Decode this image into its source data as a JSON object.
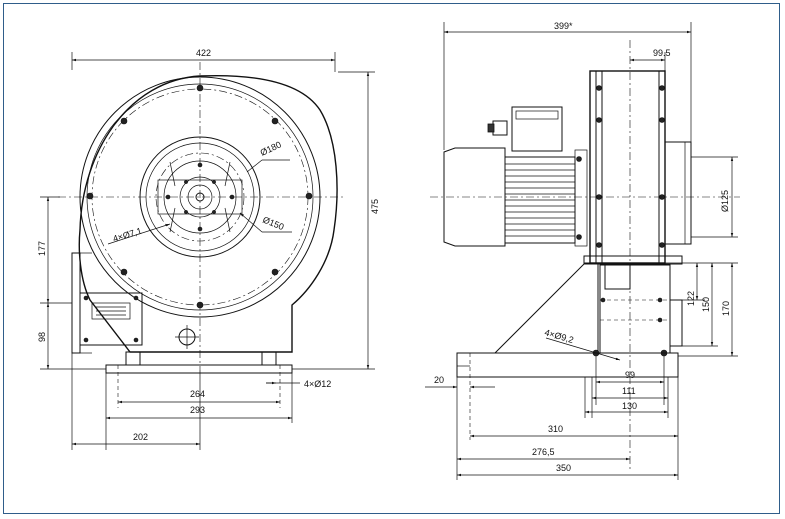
{
  "front_view": {
    "dim_width": "422",
    "dim_height": "475",
    "dim_d180": "Ø180",
    "dim_d150": "Ø150",
    "dim_holes": "4×Ø7,1",
    "dim_axis_height": "177",
    "dim_outlet": "98",
    "dim_264": "264",
    "dim_293": "293",
    "dim_202": "202",
    "dim_feet_holes": "4×Ø12"
  },
  "side_view": {
    "dim_overall": "399*",
    "dim_99_5": "99.5",
    "dim_d125": "Ø125",
    "dim_122": "122",
    "dim_150": "150",
    "dim_170": "170",
    "dim_holes": "4×Ø9,2",
    "dim_20": "20",
    "dim_99": "99",
    "dim_111": "111",
    "dim_130": "130",
    "dim_310": "310",
    "dim_276_5": "276,5",
    "dim_350": "350"
  }
}
